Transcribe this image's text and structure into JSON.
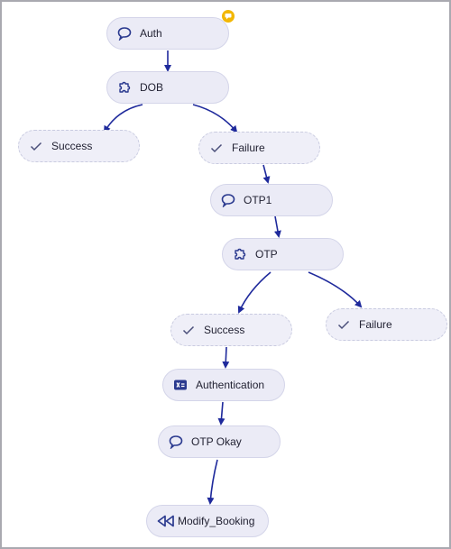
{
  "nodes": {
    "auth": {
      "label": "Auth",
      "icon": "speech-bubble-icon"
    },
    "dob": {
      "label": "DOB",
      "icon": "puzzle-icon"
    },
    "success1": {
      "label": "Success",
      "icon": "checkmark-icon"
    },
    "failure1": {
      "label": "Failure",
      "icon": "checkmark-icon"
    },
    "otp1": {
      "label": "OTP1",
      "icon": "speech-bubble-icon"
    },
    "otp": {
      "label": "OTP",
      "icon": "puzzle-icon"
    },
    "success2": {
      "label": "Success",
      "icon": "checkmark-icon"
    },
    "failure2": {
      "label": "Failure",
      "icon": "checkmark-icon"
    },
    "authentication": {
      "label": "Authentication",
      "icon": "variable-icon"
    },
    "otp_okay": {
      "label": "OTP Okay",
      "icon": "speech-bubble-icon"
    },
    "modify_booking": {
      "label": "Modify_Booking",
      "icon": "rewind-icon"
    }
  },
  "colors": {
    "edge": "#1f2a9c",
    "icon": "#2b3a8f",
    "node_fill": "#ebebf6",
    "badge": "#f2b705"
  }
}
